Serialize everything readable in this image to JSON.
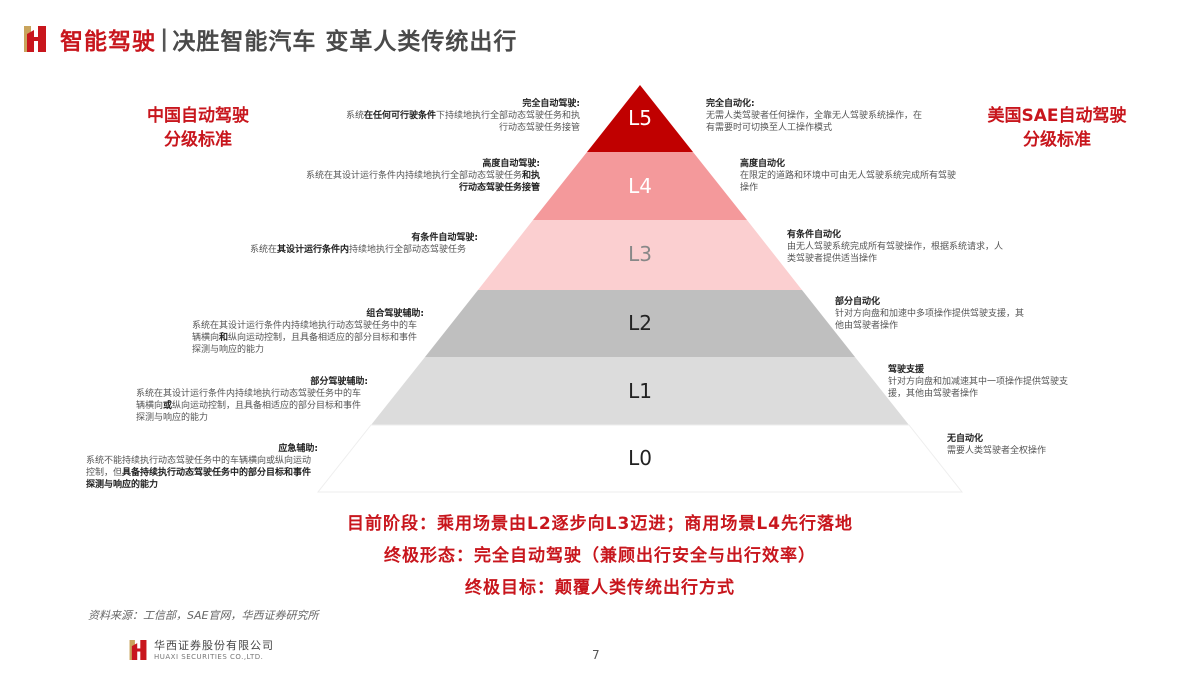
{
  "header": {
    "title_red": "智能驾驶",
    "title_sep": "|",
    "title_gray": "决胜智能汽车 变革人类传统出行",
    "logo_icon": "huaxi-h-logo-icon"
  },
  "colors": {
    "brand_red": "#c8161d",
    "l5": "#c00000",
    "l4": "#f4999b",
    "l3": "#fbcfd0",
    "l2": "#bfbfbf",
    "l1": "#dcdcdc",
    "l0": "#ffffff"
  },
  "side_titles": {
    "left_line1": "中国自动驾驶",
    "left_line2": "分级标准",
    "right_line1": "美国SAE自动驾驶",
    "right_line2": "分级标准"
  },
  "levels": [
    {
      "label": "L5",
      "china_title": "完全自动驾驶:",
      "china_desc_pre": "系统",
      "china_desc_bold": "在任何可行驶条件",
      "china_desc_post": "下持续地执行全部动态驾驶任务和执行动态驾驶任务接管",
      "sae_title": "完全自动化:",
      "sae_desc": "无需人类驾驶者任何操作，全靠无人驾驶系统操作，在有需要时可切换至人工操作模式"
    },
    {
      "label": "L4",
      "china_title": "高度自动驾驶:",
      "china_desc_pre": "系统在其设计运行条件内持续地执行全部动态驾驶任务",
      "china_desc_bold": "和执行动态驾驶任务接管",
      "china_desc_post": "",
      "sae_title": "高度自动化",
      "sae_desc": "在限定的道路和环境中可由无人驾驶系统完成所有驾驶操作"
    },
    {
      "label": "L3",
      "china_title": "有条件自动驾驶:",
      "china_desc_pre": "系统在",
      "china_desc_bold": "其设计运行条件内",
      "china_desc_post": "持续地执行全部动态驾驶任务",
      "sae_title": "有条件自动化",
      "sae_desc": "由无人驾驶系统完成所有驾驶操作，根据系统请求，人类驾驶者提供适当操作"
    },
    {
      "label": "L2",
      "china_title": "组合驾驶辅助:",
      "china_desc_pre": "系统在其设计运行条件内持续地执行动态驾驶任务中的车辆横向",
      "china_desc_bold": "和",
      "china_desc_post": "纵向运动控制，且具备相适应的部分目标和事件探测与响应的能力",
      "sae_title": "部分自动化",
      "sae_desc": "针对方向盘和加速中多项操作提供驾驶支援，其他由驾驶者操作"
    },
    {
      "label": "L1",
      "china_title": "部分驾驶辅助:",
      "china_desc_pre": "系统在其设计运行条件内持续地执行动态驾驶任务中的车辆横向",
      "china_desc_bold": "或",
      "china_desc_post": "纵向运动控制，且具备相适应的部分目标和事件探测与响应的能力",
      "sae_title": "驾驶支援",
      "sae_desc": "针对方向盘和加减速其中一项操作提供驾驶支援，其他由驾驶者操作"
    },
    {
      "label": "L0",
      "china_title": "应急辅助:",
      "china_desc_pre": "系统不能持续执行动态驾驶任务中的车辆横向或纵向运动控制，但",
      "china_desc_bold": "具备持续执行动态驾驶任务中的部分目标和事件探测与响应的能力",
      "china_desc_post": "",
      "sae_title": "无自动化",
      "sae_desc": "需要人类驾驶者全权操作"
    }
  ],
  "conclusions": [
    "目前阶段：乘用场景由L2逐步向L3迈进；商用场景L4先行落地",
    "终极形态：完全自动驾驶（兼顾出行安全与出行效率）",
    "终极目标：颠覆人类传统出行方式"
  ],
  "footer": {
    "source": "资料来源：工信部，SAE官网，华西证券研究所",
    "company_cn": "华西证券股份有限公司",
    "company_en": "HUAXI SECURITIES CO.,LTD.",
    "page_number": "7"
  }
}
